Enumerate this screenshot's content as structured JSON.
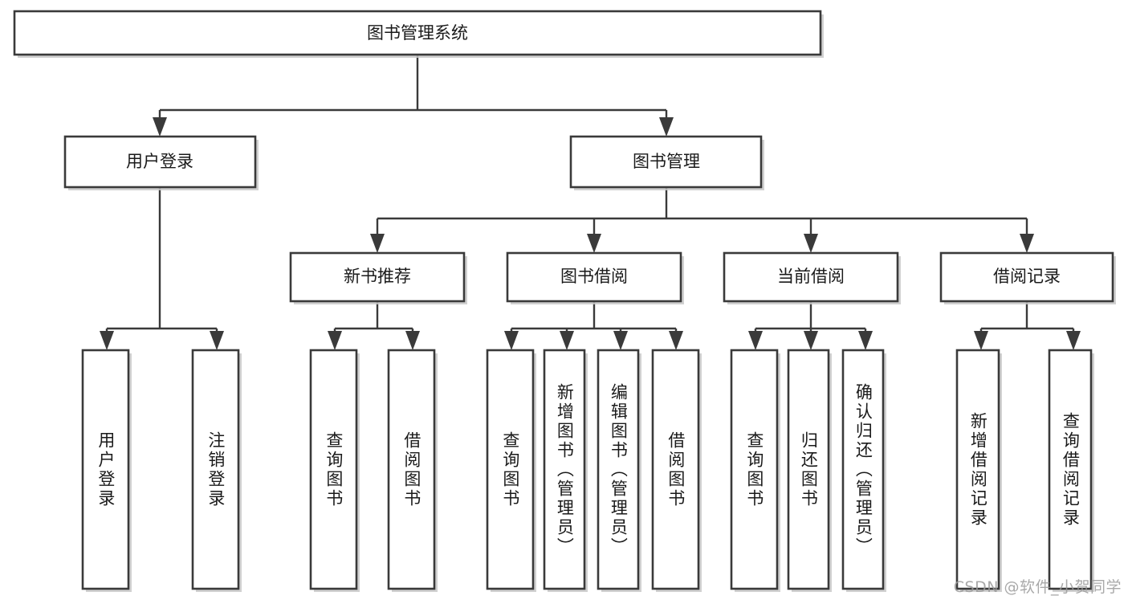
{
  "diagram": {
    "type": "tree",
    "title": "图书管理系统",
    "orientation": "top-down",
    "nodes": {
      "root": {
        "label": "图书管理系统",
        "level": 1
      },
      "user_login": {
        "label": "用户登录",
        "level": 2
      },
      "book_manage": {
        "label": "图书管理",
        "level": 2
      },
      "new_book_rec": {
        "label": "新书推荐",
        "level": 3
      },
      "book_borrow": {
        "label": "图书借阅",
        "level": 3
      },
      "current_borrow": {
        "label": "当前借阅",
        "level": 3
      },
      "borrow_record": {
        "label": "借阅记录",
        "level": 3
      },
      "leaf_user_login": {
        "label": "用户登录",
        "level": 4
      },
      "leaf_logout": {
        "label": "注销登录",
        "level": 4
      },
      "leaf_query_book_1": {
        "label": "查询图书",
        "level": 4
      },
      "leaf_borrow_book_1": {
        "label": "借阅图书",
        "level": 4
      },
      "leaf_query_book_2": {
        "label": "查询图书",
        "level": 4
      },
      "leaf_add_book": {
        "label": "新增图书（管理员）",
        "level": 4
      },
      "leaf_edit_book": {
        "label": "编辑图书（管理员）",
        "level": 4
      },
      "leaf_borrow_book_2": {
        "label": "借阅图书",
        "level": 4
      },
      "leaf_query_book_3": {
        "label": "查询图书",
        "level": 4
      },
      "leaf_return_book": {
        "label": "归还图书",
        "level": 4
      },
      "leaf_confirm_return": {
        "label": "确认归还（管理员）",
        "level": 4
      },
      "leaf_add_record": {
        "label": "新增借阅记录",
        "level": 4
      },
      "leaf_query_record": {
        "label": "查询借阅记录",
        "level": 4
      }
    },
    "edges": [
      {
        "from": "root",
        "to": "user_login"
      },
      {
        "from": "root",
        "to": "book_manage"
      },
      {
        "from": "user_login",
        "to": "leaf_user_login"
      },
      {
        "from": "user_login",
        "to": "leaf_logout"
      },
      {
        "from": "book_manage",
        "to": "new_book_rec"
      },
      {
        "from": "book_manage",
        "to": "book_borrow"
      },
      {
        "from": "book_manage",
        "to": "current_borrow"
      },
      {
        "from": "book_manage",
        "to": "borrow_record"
      },
      {
        "from": "new_book_rec",
        "to": "leaf_query_book_1"
      },
      {
        "from": "new_book_rec",
        "to": "leaf_borrow_book_1"
      },
      {
        "from": "book_borrow",
        "to": "leaf_query_book_2"
      },
      {
        "from": "book_borrow",
        "to": "leaf_add_book"
      },
      {
        "from": "book_borrow",
        "to": "leaf_edit_book"
      },
      {
        "from": "book_borrow",
        "to": "leaf_borrow_book_2"
      },
      {
        "from": "current_borrow",
        "to": "leaf_query_book_3"
      },
      {
        "from": "current_borrow",
        "to": "leaf_return_book"
      },
      {
        "from": "current_borrow",
        "to": "leaf_confirm_return"
      },
      {
        "from": "borrow_record",
        "to": "leaf_add_record"
      },
      {
        "from": "borrow_record",
        "to": "leaf_query_record"
      }
    ],
    "colors": {
      "box_stroke": "#3a3a3a",
      "box_fill": "#ffffff",
      "connector": "#3a3a3a",
      "text": "#1a1a1a",
      "background": "#ffffff",
      "watermark": "#9b9b9b"
    }
  },
  "watermark": {
    "text": "CSDN @软件_小贺同学"
  }
}
